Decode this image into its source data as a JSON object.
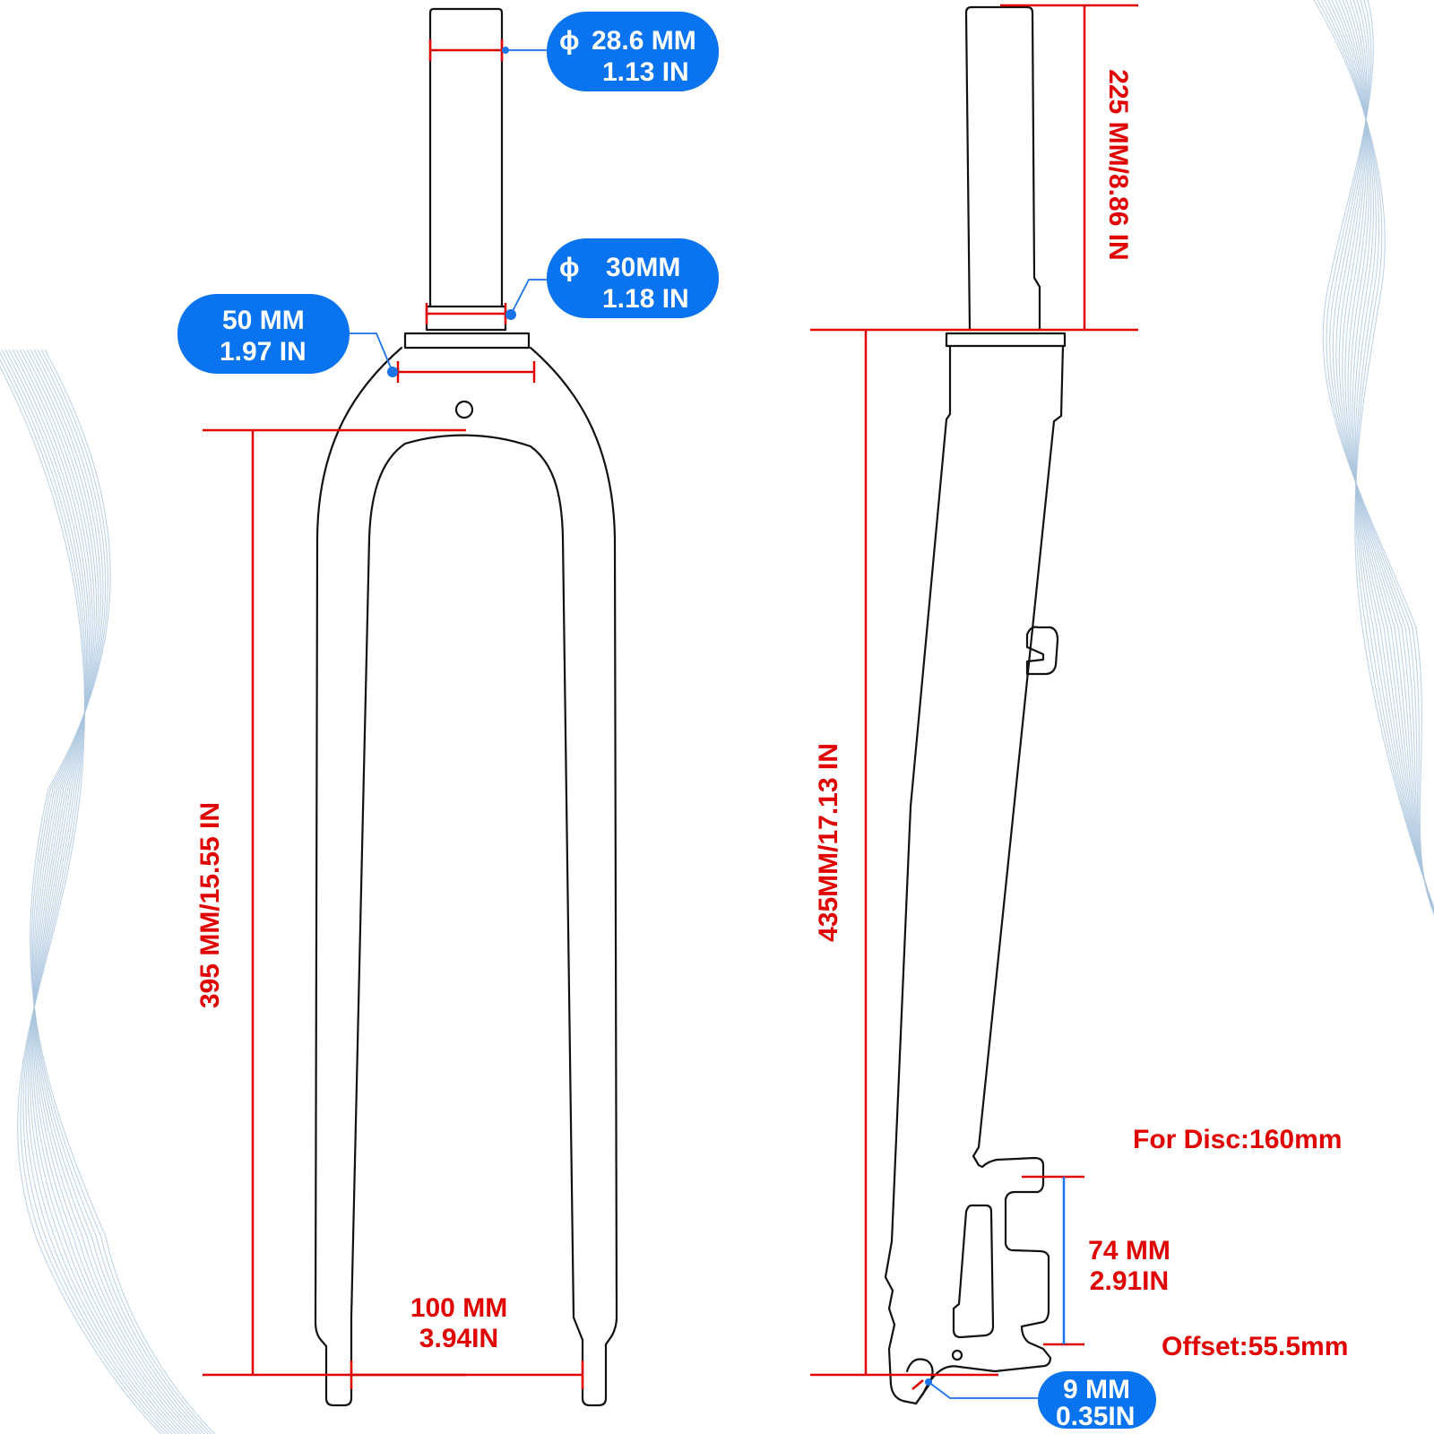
{
  "colors": {
    "dimension": "#e00000",
    "badge": "#0a73f0",
    "badge_text": "#ffffff",
    "outline": "#111111",
    "wave": "#a9c4de"
  },
  "badges": {
    "steerer_top": {
      "symbol": "ϕ",
      "line1": "28.6 MM",
      "line2": "1.13 IN"
    },
    "steerer_base": {
      "symbol": "ϕ",
      "line1": "30MM",
      "line2": "1.18 IN"
    },
    "crown": {
      "line1": "50 MM",
      "line2": "1.97 IN"
    },
    "dropout": {
      "line1": "9 MM",
      "line2": "0.35IN"
    }
  },
  "dimensions": {
    "axle_to_crown": "395 MM/15.55 IN",
    "hub_spacing_mm": "100 MM",
    "hub_spacing_in": "3.94IN",
    "steerer_length": "225 MM/8.86 IN",
    "overall_height": "435MM/17.13 IN",
    "mount_mm": "74 MM",
    "mount_in": "2.91IN"
  },
  "notes": {
    "disc": "For Disc:160mm",
    "offset": "Offset:55.5mm"
  }
}
